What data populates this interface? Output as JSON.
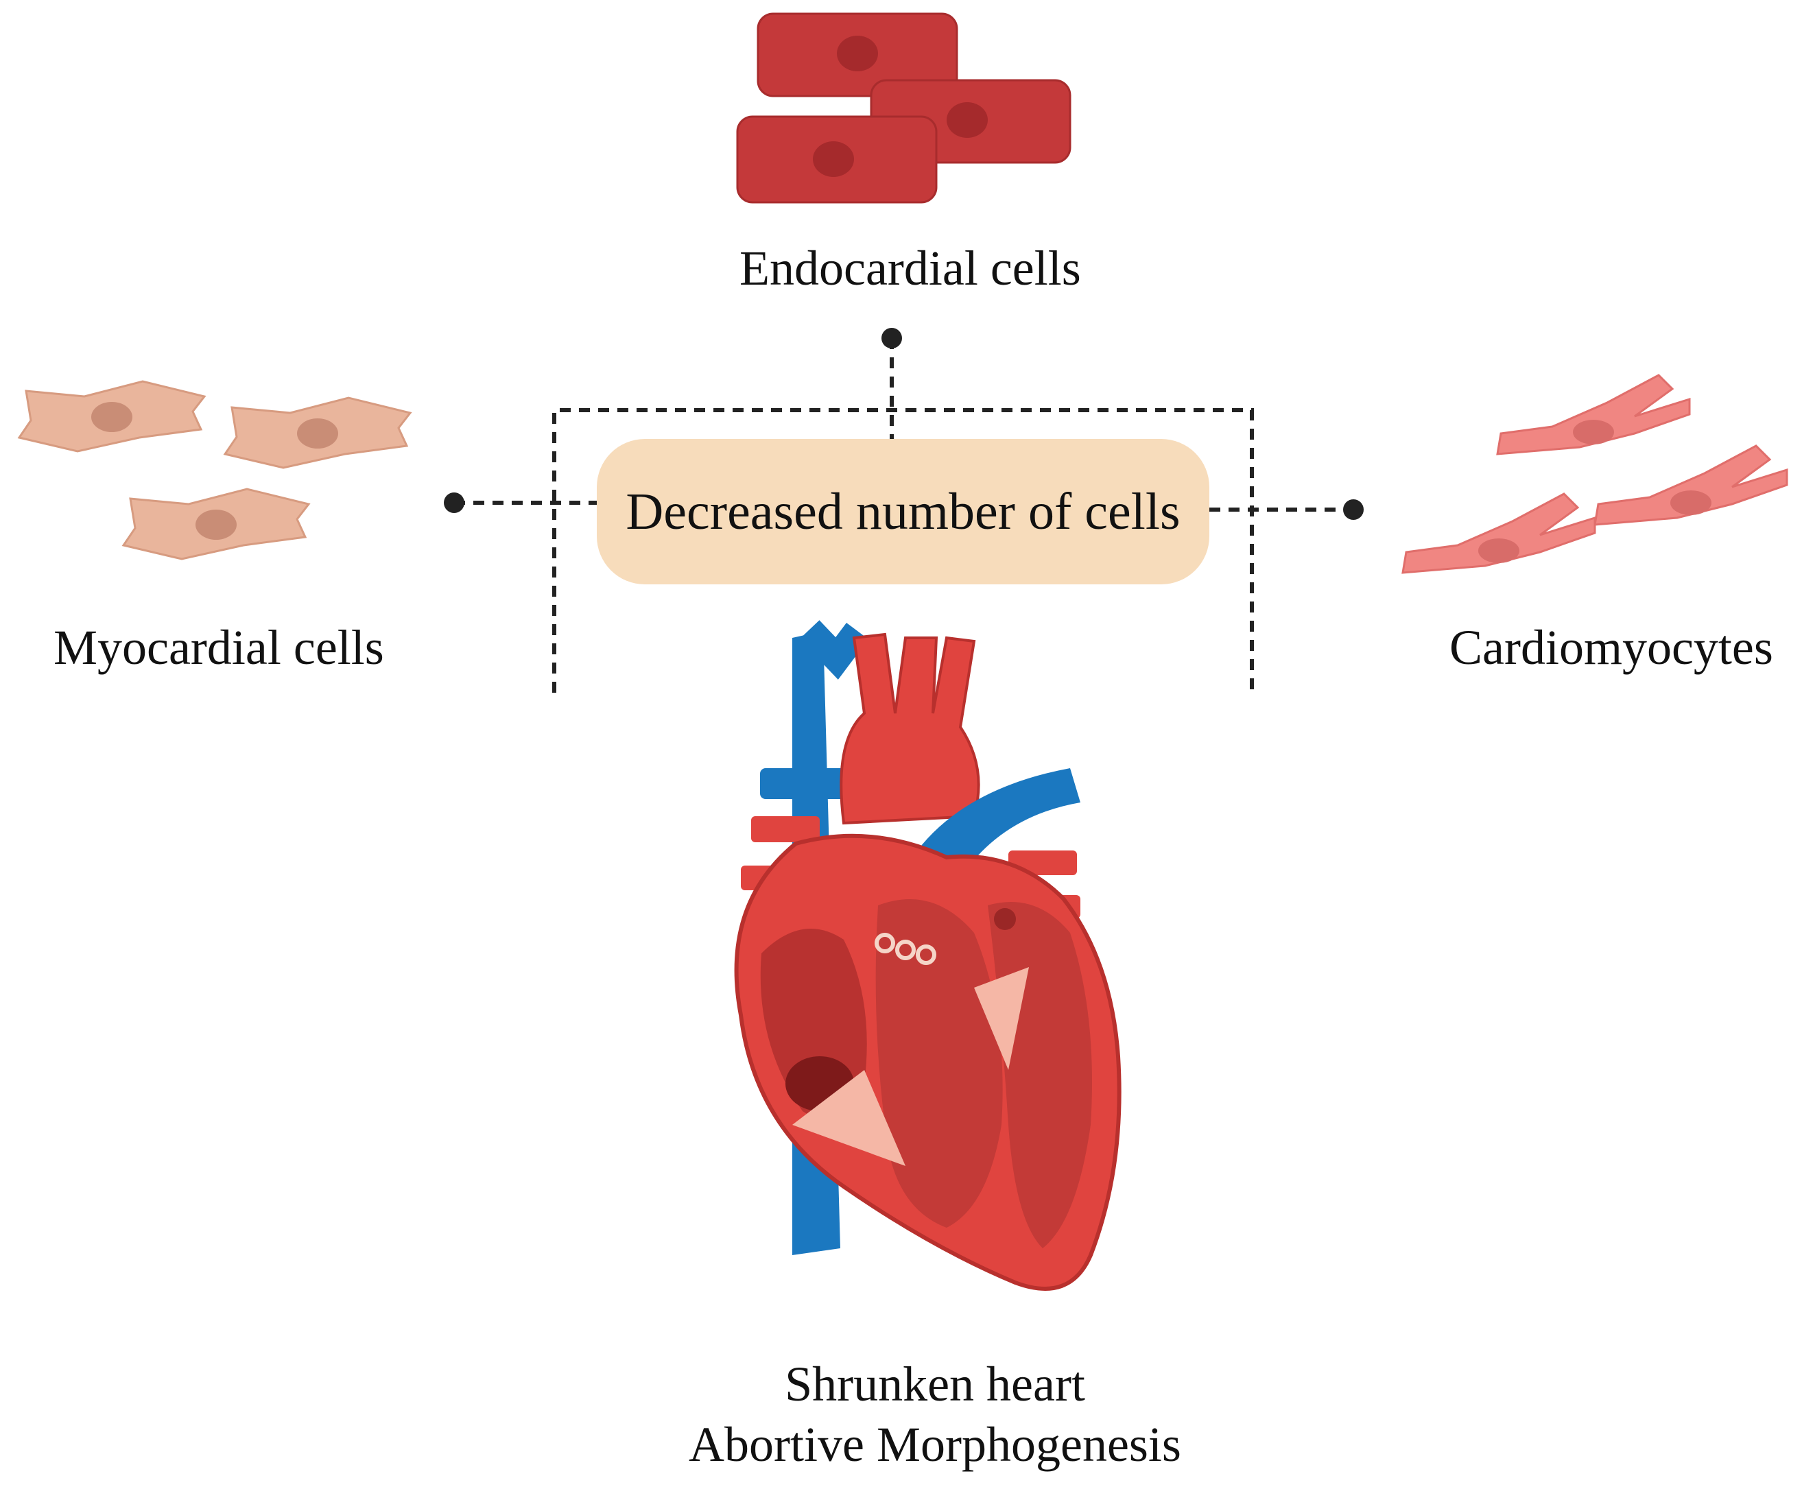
{
  "center": {
    "label": "Decreased number of cells"
  },
  "endocardial": {
    "label": "Endocardial cells"
  },
  "myocardial": {
    "label": "Myocardial cells"
  },
  "cardiomyocytes": {
    "label": "Cardiomyocytes"
  },
  "heart": {
    "caption_line1": "Shrunken heart",
    "caption_line2": "Abortive Morphogenesis"
  },
  "colors": {
    "endocardial_cell": "#c4393a",
    "myocardial_cell": "#e9b59c",
    "cardiomyocyte": "#f08682",
    "center_box": "#f7dcbb",
    "heart_red": "#e0443f",
    "vessel_blue": "#1b78c0",
    "connector": "#222222"
  },
  "icons": {
    "endocardial": "endocardial-cells-icon",
    "myocardial": "myocardial-cells-icon",
    "cardiomyocytes": "cardiomyocytes-icon",
    "heart": "heart-anatomy-icon"
  }
}
